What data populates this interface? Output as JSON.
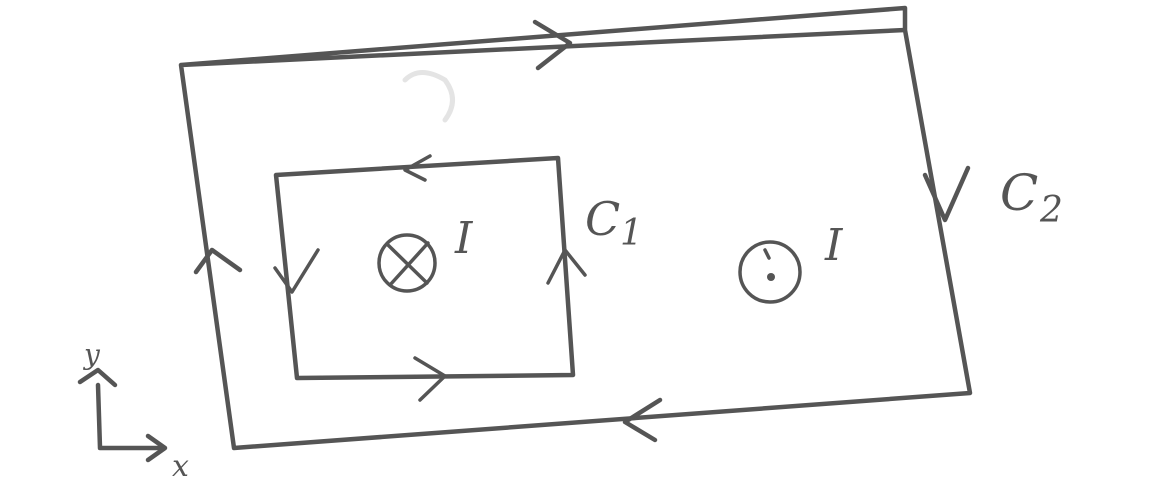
{
  "labels": {
    "inner_loop": "C",
    "inner_loop_sub": "1",
    "outer_loop": "C",
    "outer_loop_sub": "2",
    "current_into": "I",
    "current_out": "I",
    "axis_x": "x",
    "axis_y": "y"
  },
  "colors": {
    "ink": "#555555",
    "background": "#ffffff"
  },
  "icons": {
    "current_into_page": "circle-cross-icon",
    "current_out_of_page": "circle-dot-icon"
  }
}
